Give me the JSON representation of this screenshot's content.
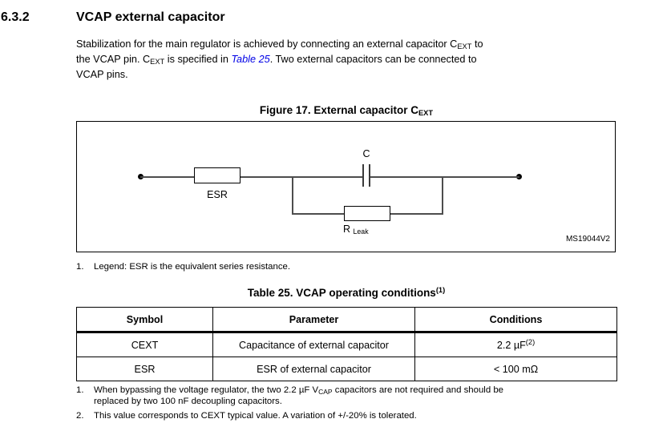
{
  "colors": {
    "link_blue": "#0000e6",
    "wire_gray": "#4d4d4d",
    "text_black": "#000000"
  },
  "section": {
    "number": "6.3.2",
    "title": "VCAP external capacitor"
  },
  "paragraph": {
    "l1a": "Stabilization for the main regulator is achieved by connecting an external capacitor C",
    "l1sub": "EXT",
    "l1b": " to",
    "l2a": "the VCAP pin. C",
    "l2sub": "EXT",
    "l2b": " is specified in ",
    "l2link": "Table 25",
    "l2c": ". Two external capacitors can be connected to",
    "l3": "VCAP pins."
  },
  "figure": {
    "caption_text": "Figure 17. External capacitor C",
    "caption_sub": "EXT",
    "esr_label": "ESR",
    "capacitor_label": "C",
    "rleak_label_main": "R",
    "rleak_label_sub": "Leak",
    "watermark": "MS19044V2",
    "note_number": "1.",
    "note_text": "Legend: ESR is the equivalent series resistance."
  },
  "table": {
    "caption_text": "Table 25. VCAP operating conditions",
    "caption_sup": "(1)",
    "headers": [
      "Symbol",
      "Parameter",
      "Conditions"
    ],
    "rows": [
      {
        "symbol": "CEXT",
        "parameter": "Capacitance of external capacitor",
        "condition": "2.2 µF",
        "condition_sup": "(2)"
      },
      {
        "symbol": "ESR",
        "parameter": "ESR of external capacitor",
        "condition": "< 100 mΩ",
        "condition_sup": ""
      }
    ],
    "notes": [
      {
        "number": "1.",
        "l1a": "When bypassing the voltage regulator, the two 2.2 µF V",
        "l1sub": "CAP",
        "l1b": " capacitors are not required and should be",
        "l2": "replaced by two 100 nF decoupling capacitors."
      },
      {
        "number": "2.",
        "l1": "This value corresponds to CEXT typical value. A variation of +/-20% is tolerated."
      }
    ]
  }
}
